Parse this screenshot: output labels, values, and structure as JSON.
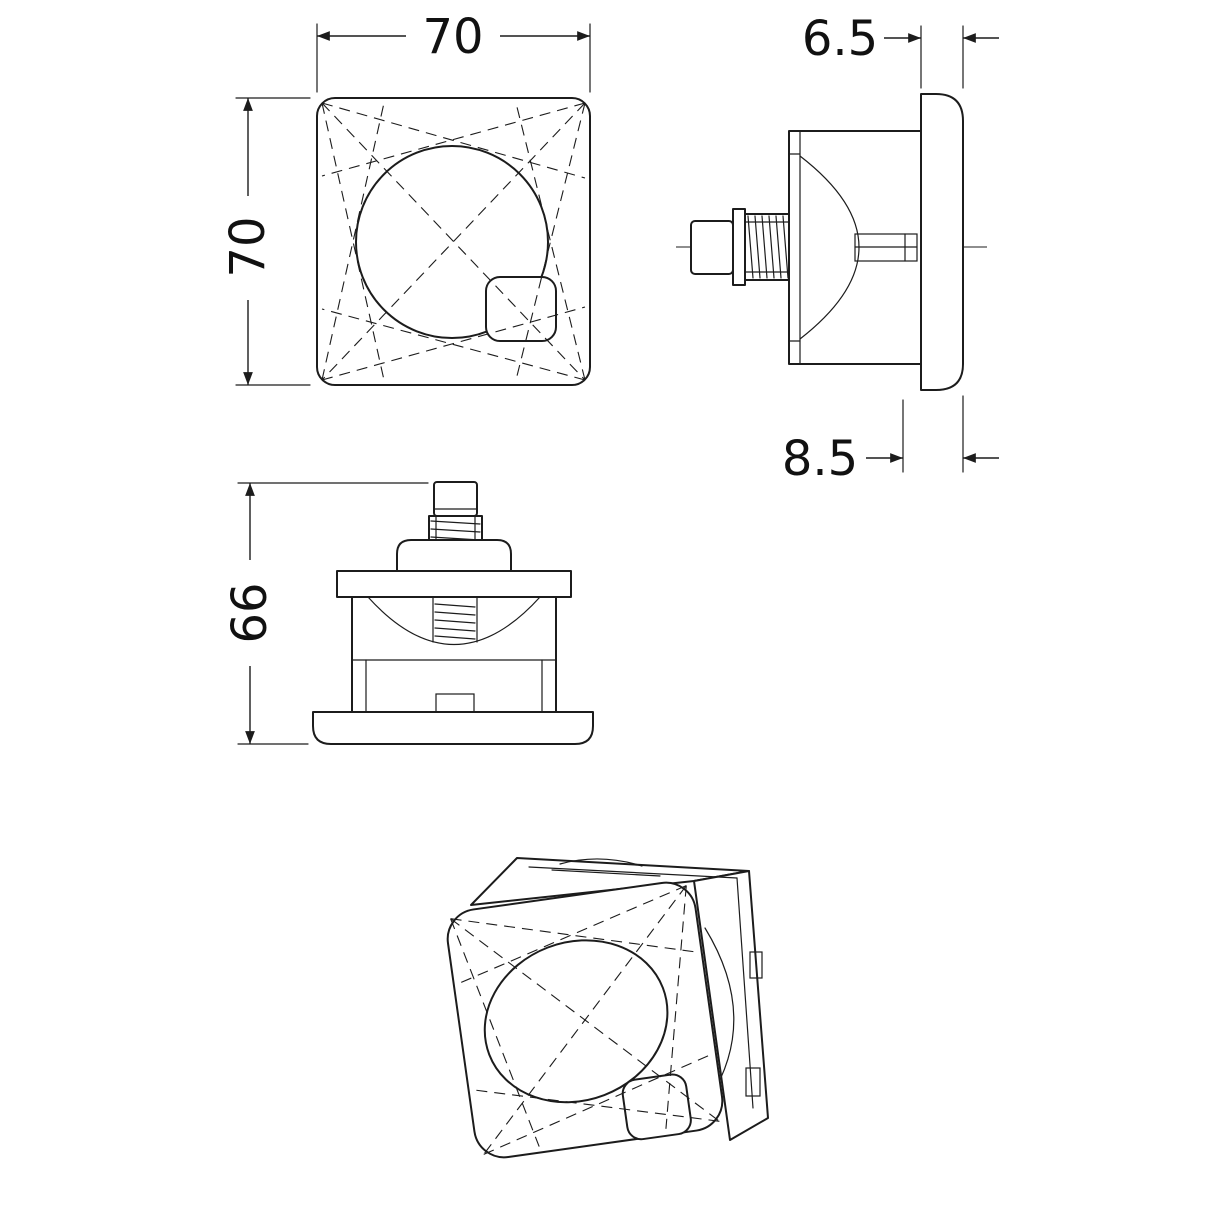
{
  "dimensions": {
    "front_width": "70",
    "front_height": "70",
    "plate_thickness": "6.5",
    "overall_depth": "8.5",
    "side_height": "66"
  },
  "colors": {
    "line": "#1c1c1c",
    "background": "#ffffff",
    "dimension_text": "#111111"
  }
}
